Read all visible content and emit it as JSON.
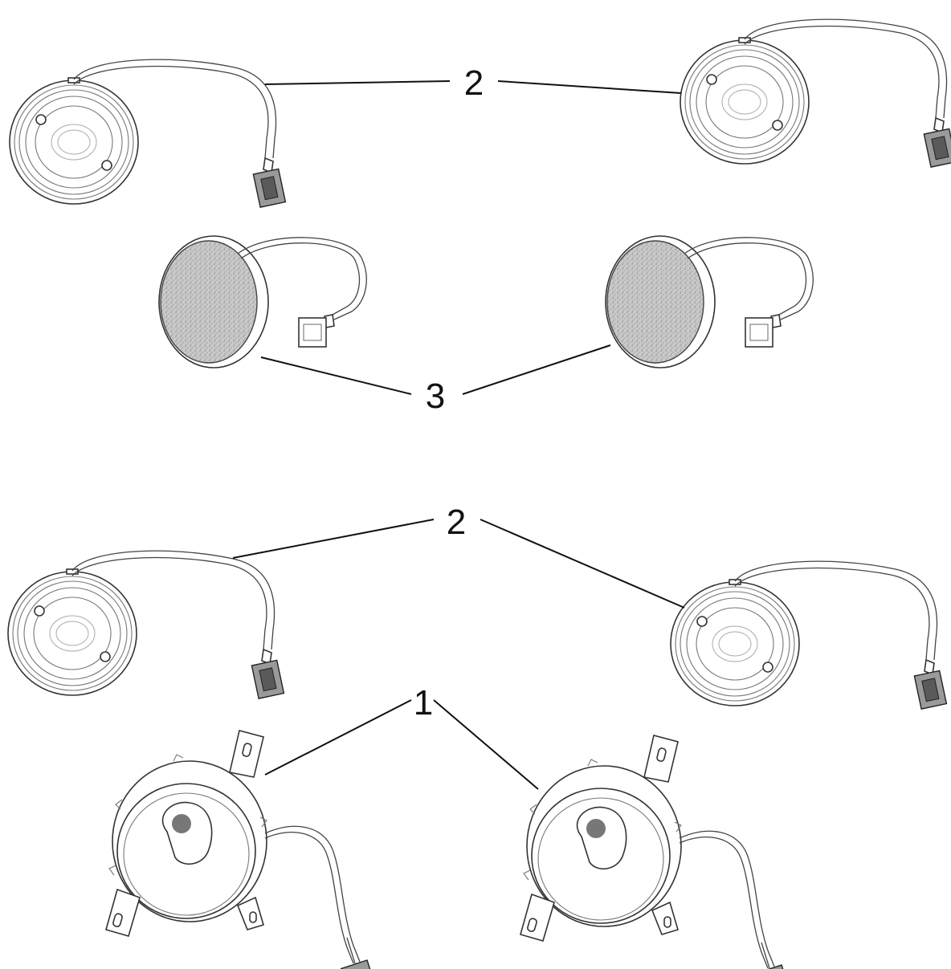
{
  "callouts": {
    "top_speakers": "2",
    "tweeters": "3",
    "middle_speakers": "2",
    "woofers": "1"
  }
}
